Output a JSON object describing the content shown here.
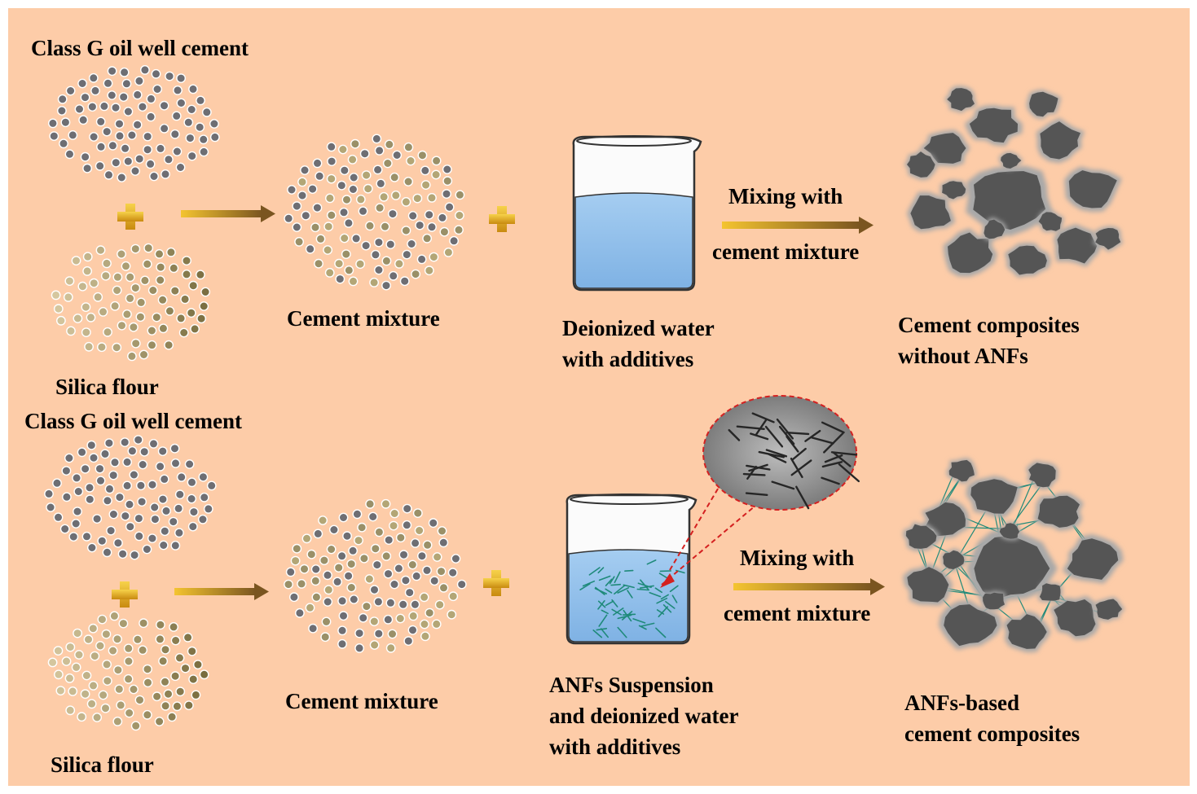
{
  "palette": {
    "background": "#fdcca8",
    "cement_particle": "#6e6e73",
    "silica_particle": "#8f8760",
    "plus_sign": "#e0a820",
    "arrow_start": "#f4c430",
    "arrow_end": "#7a5520",
    "water": "#8fbfea",
    "composite_core": "#555555",
    "composite_halo": "#a8a8a8",
    "fiber": "#1f8a7a",
    "zoom_circle": "#d42020"
  },
  "icons": {
    "plus": "plus-icon",
    "arrow": "right-arrow-icon",
    "beaker": "beaker-icon",
    "zoom": "zoom-inset-icon"
  },
  "rows": [
    {
      "id": "without-anfs",
      "cement_label": "Class G oil well cement",
      "silica_label": "Silica flour",
      "mixture_label": "Cement mixture",
      "water_label": "Deionized water\nwith additives",
      "mixing_label_line1": "Mixing with",
      "mixing_label_line2": "cement mixture",
      "product_label": "Cement composites\nwithout ANFs"
    },
    {
      "id": "with-anfs",
      "cement_label": "Class G oil well cement",
      "silica_label": "Silica flour",
      "mixture_label": "Cement mixture",
      "water_label": "ANFs  Suspension\nand deionized water\nwith additives",
      "mixing_label_line1": "Mixing with",
      "mixing_label_line2": "cement mixture",
      "product_label": "ANFs-based\ncement composites"
    }
  ]
}
